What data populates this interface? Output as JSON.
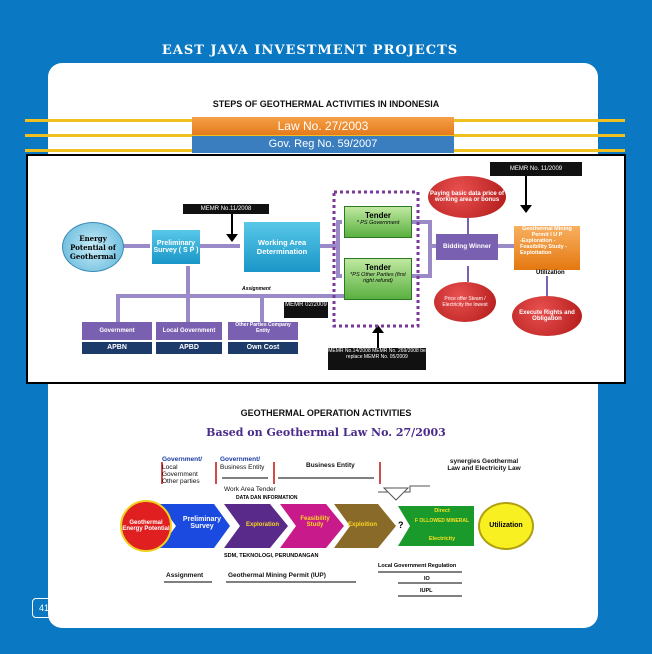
{
  "header": {
    "title": "EAST JAVA INVESTMENT PROJECTS"
  },
  "page_number": "41",
  "steps": {
    "title": "STEPS OF GEOTHERMAL ACTIVITIES IN INDONESIA",
    "law": "Law No. 27/2003",
    "reg": "Gov. Reg No. 59/2007",
    "memr_11_2008": "MEMR No.11/2008",
    "memr_11_2009": "MEMR No. 11/2009",
    "energy": "Energy Potential of Geothermal",
    "prelim": "Preliminary Survey ( S P )",
    "work_area": "Working Area Determination",
    "tender1": "Tender",
    "tender1_sub": "* PS Government",
    "tender2": "Tender",
    "tender2_sub": "*PS Other Parties (first right refund)",
    "bidding": "Bidding Winner",
    "paying": "Paying basic data price of working area or bonus",
    "price_offer": "Price offer Steam / Electricity the lowest",
    "permit": "Geothermal Mining Permit I U P",
    "permit_items": "-Exploration -Feasibility Study -Exploitation",
    "utilization": "Utilization",
    "execute": "Execute Rights and Obligation",
    "assignment": "Assignment",
    "memr_02": "MEMR 02/2009",
    "gov": "Government",
    "local_gov": "Local Government",
    "other": "Other Parties Company Entity",
    "apbn": "APBN",
    "apbd": "APBD",
    "own": "Own Cost",
    "memr_list": "MEMR No.14/2008 MEMR No. 269/2008 be replace MEMR No. 05/2009"
  },
  "ops": {
    "title": "GEOTHERMAL OPERATION ACTIVITIES",
    "subtitle": "Based on Geothermal Law  No. 27/2003",
    "gov1": "Government/",
    "gov1_sub": "Local Government Other parties",
    "gov2": "Government/",
    "gov2_sub": "Business Entity",
    "business": "Business Entity",
    "synergies": "synergies Geothermal Law  and Electricity Law",
    "tender": "Work Area Tender",
    "data_info": "DATA DAN INFORMATION",
    "energy": "Geothermal Energy Potential",
    "prelim": "Preliminary Survey",
    "exploration": "Exploration",
    "feasibility": "Feasibility Study",
    "exploitation": "Exploition",
    "q": "?",
    "direct": "Direct",
    "followed": "F OLLOWED MINERAL",
    "electricity": "Electricity",
    "utilization": "Utilization",
    "sdm": "SDM, TEKNOLOGI, PERUNDANGAN",
    "assignment": "Assignment",
    "iup": "Geothermal Mining Permit      (IUP)",
    "local_reg": "Local Government Regulation",
    "io": "IO",
    "iupl": "IUPL"
  },
  "colors": {
    "background": "#0a78c2",
    "law": "#e67a1c",
    "reg": "#3a7ec0",
    "accent_yellow": "#f0c020"
  }
}
